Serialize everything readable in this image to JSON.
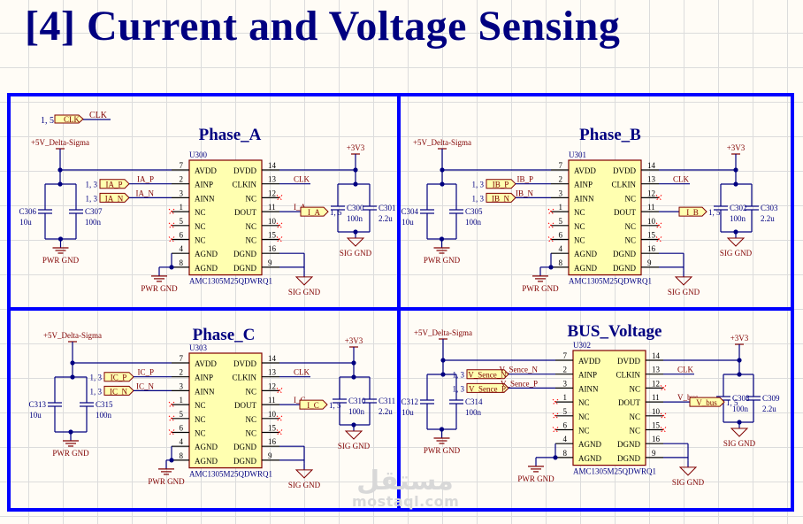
{
  "title": "[4] Current and Voltage Sensing",
  "clk_port": {
    "sheet_refs": "1, 5",
    "label": "CLK",
    "net": "CLK"
  },
  "colors": {
    "frame": "#0000FF",
    "wire": "#000080",
    "net_text": "#800000",
    "component_fill": "#FFFFB0",
    "component_border": "#800000",
    "designator": "#000080"
  },
  "blocks": [
    {
      "id": "phase-a",
      "title": "Phase_A",
      "designator": "U300",
      "part": "AMC1305M25QDWRQ1",
      "supply_in": "+5V_Delta-Sigma",
      "supply_out": "+3V3",
      "pwr_gnd": "PWR GND",
      "sig_gnd": "SIG GND",
      "inputs": [
        {
          "port": "IA_P",
          "refs": "1, 3",
          "net": "IA_P",
          "pin": "2"
        },
        {
          "port": "IA_N",
          "refs": "1, 3",
          "net": "IA_N",
          "pin": "3"
        }
      ],
      "output": {
        "port": "I_A",
        "refs": "1, 5",
        "net": "I_A",
        "pin": "11"
      },
      "clk_net": "CLK",
      "caps_in": [
        {
          "ref": "C306",
          "value": "10u"
        },
        {
          "ref": "C307",
          "value": "100n"
        }
      ],
      "caps_out": [
        {
          "ref": "C300",
          "value": "100n"
        },
        {
          "ref": "C301",
          "value": "2.2u"
        }
      ]
    },
    {
      "id": "phase-b",
      "title": "Phase_B",
      "designator": "U301",
      "part": "AMC1305M25QDWRQ1",
      "supply_in": "+5V_Delta-Sigma",
      "supply_out": "+3V3",
      "pwr_gnd": "PWR GND",
      "sig_gnd": "SIG GND",
      "inputs": [
        {
          "port": "IB_P",
          "refs": "1, 3",
          "net": "IB_P",
          "pin": "2"
        },
        {
          "port": "IB_N",
          "refs": "1, 3",
          "net": "IB_N",
          "pin": "3"
        }
      ],
      "output": {
        "port": "I_B",
        "refs": "1, 5",
        "net": "",
        "pin": "11"
      },
      "clk_net": "CLK",
      "caps_in": [
        {
          "ref": "C304",
          "value": "10u"
        },
        {
          "ref": "C305",
          "value": "100n"
        }
      ],
      "caps_out": [
        {
          "ref": "C302",
          "value": "100n"
        },
        {
          "ref": "C303",
          "value": "2.2u"
        }
      ]
    },
    {
      "id": "phase-c",
      "title": "Phase_C",
      "designator": "U303",
      "part": "AMC1305M25QDWRQ1",
      "supply_in": "+5V_Delta-Sigma",
      "supply_out": "+3V3",
      "pwr_gnd": "PWR GND",
      "sig_gnd": "SIG GND",
      "inputs": [
        {
          "port": "IC_P",
          "refs": "1, 3",
          "net": "IC_P",
          "pin": "2"
        },
        {
          "port": "IC_N",
          "refs": "1, 3",
          "net": "IC_N",
          "pin": "3"
        }
      ],
      "output": {
        "port": "I_C",
        "refs": "1, 5",
        "net": "I_C",
        "pin": "11"
      },
      "clk_net": "CLK",
      "caps_in": [
        {
          "ref": "C313",
          "value": "10u"
        },
        {
          "ref": "C315",
          "value": "100n"
        }
      ],
      "caps_out": [
        {
          "ref": "C310",
          "value": "100n"
        },
        {
          "ref": "C311",
          "value": "2.2u"
        }
      ]
    },
    {
      "id": "bus-voltage",
      "title": "BUS_Voltage",
      "designator": "U302",
      "part": "AMC1305M25QDWRQ1",
      "supply_in": "+5V_Delta-Sigma",
      "supply_out": "+3V3",
      "pwr_gnd": "PWR GND",
      "sig_gnd": "SIG GND",
      "inputs": [
        {
          "port": "V_Sence_N",
          "refs": "1, 3",
          "net": "V_Sence_N",
          "pin": "2"
        },
        {
          "port": "V_Sence_P",
          "refs": "1, 3",
          "net": "V_Sence_P",
          "pin": "3"
        }
      ],
      "output": {
        "port": "V_bus",
        "refs": "1, 5",
        "net": "V_bus",
        "pin": "11"
      },
      "clk_net": "CLK",
      "caps_in": [
        {
          "ref": "C312",
          "value": "10u"
        },
        {
          "ref": "C314",
          "value": "100n"
        }
      ],
      "caps_out": [
        {
          "ref": "C308",
          "value": "100n"
        },
        {
          "ref": "C309",
          "value": "2.2u"
        }
      ]
    }
  ],
  "ic_pins_left": [
    {
      "num": "7",
      "name": "AVDD"
    },
    {
      "num": "2",
      "name": "AINP"
    },
    {
      "num": "3",
      "name": "AINN"
    },
    {
      "num": "1",
      "name": "NC"
    },
    {
      "num": "5",
      "name": "NC"
    },
    {
      "num": "6",
      "name": "NC"
    },
    {
      "num": "4",
      "name": "AGND"
    },
    {
      "num": "8",
      "name": "AGND"
    }
  ],
  "ic_pins_right": [
    {
      "num": "14",
      "name": "DVDD"
    },
    {
      "num": "13",
      "name": "CLKIN"
    },
    {
      "num": "12",
      "name": "NC"
    },
    {
      "num": "11",
      "name": "DOUT"
    },
    {
      "num": "10",
      "name": "NC"
    },
    {
      "num": "15",
      "name": "NC"
    },
    {
      "num": "16",
      "name": "DGND"
    },
    {
      "num": "9",
      "name": "DGND"
    }
  ],
  "watermark": {
    "arabic": "مستقل",
    "latin": "mostaql.com"
  }
}
